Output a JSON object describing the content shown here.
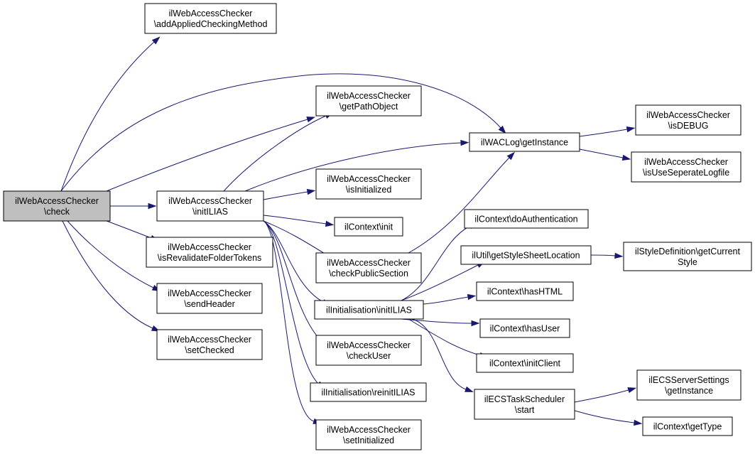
{
  "graph": {
    "root": "root",
    "nodes": [
      {
        "id": "root",
        "lines": [
          "ilWebAccessChecker",
          "\\check"
        ],
        "highlight": true
      },
      {
        "id": "addApplied",
        "lines": [
          "ilWebAccessChecker",
          "\\addAppliedCheckingMethod"
        ]
      },
      {
        "id": "getPathObject",
        "lines": [
          "ilWebAccessChecker",
          "\\getPathObject"
        ]
      },
      {
        "id": "isInitialized",
        "lines": [
          "ilWebAccessChecker",
          "\\isInitialized"
        ]
      },
      {
        "id": "initILIAS",
        "lines": [
          "ilWebAccessChecker",
          "\\initILIAS"
        ]
      },
      {
        "id": "ctxInit",
        "lines": [
          "ilContext\\init"
        ]
      },
      {
        "id": "checkPublic",
        "lines": [
          "ilWebAccessChecker",
          "\\checkPublicSection"
        ]
      },
      {
        "id": "isRevalidate",
        "lines": [
          "ilWebAccessChecker",
          "\\isRevalidateFolderTokens"
        ]
      },
      {
        "id": "sendHeader",
        "lines": [
          "ilWebAccessChecker",
          "\\sendHeader"
        ]
      },
      {
        "id": "setChecked",
        "lines": [
          "ilWebAccessChecker",
          "\\setChecked"
        ]
      },
      {
        "id": "initInitILIAS",
        "lines": [
          "ilInitialisation\\initILIAS"
        ]
      },
      {
        "id": "checkUser",
        "lines": [
          "ilWebAccessChecker",
          "\\checkUser"
        ]
      },
      {
        "id": "reinit",
        "lines": [
          "ilInitialisation\\reinitILIAS"
        ]
      },
      {
        "id": "setInitialized",
        "lines": [
          "ilWebAccessChecker",
          "\\setInitialized"
        ]
      },
      {
        "id": "wacLog",
        "lines": [
          "ilWACLog\\getInstance"
        ]
      },
      {
        "id": "isDebug",
        "lines": [
          "ilWebAccessChecker",
          "\\isDEBUG"
        ]
      },
      {
        "id": "isUseSep",
        "lines": [
          "ilWebAccessChecker",
          "\\isUseSeperateLogfile"
        ]
      },
      {
        "id": "doAuth",
        "lines": [
          "ilContext\\doAuthentication"
        ]
      },
      {
        "id": "styleLoc",
        "lines": [
          "ilUtil\\getStyleSheetLocation"
        ]
      },
      {
        "id": "styleDef",
        "lines": [
          "ilStyleDefinition\\getCurrent",
          "Style"
        ]
      },
      {
        "id": "hasHTML",
        "lines": [
          "ilContext\\hasHTML"
        ]
      },
      {
        "id": "hasUser",
        "lines": [
          "ilContext\\hasUser"
        ]
      },
      {
        "id": "initClient",
        "lines": [
          "ilContext\\initClient"
        ]
      },
      {
        "id": "ecsStart",
        "lines": [
          "ilECSTaskScheduler",
          "\\start"
        ]
      },
      {
        "id": "ecsSettings",
        "lines": [
          "ilECSServerSettings",
          "\\getInstance"
        ]
      },
      {
        "id": "getType",
        "lines": [
          "ilContext\\getType"
        ]
      }
    ],
    "edges": [
      {
        "from": "root",
        "to": "addApplied"
      },
      {
        "from": "root",
        "to": "wacLog"
      },
      {
        "from": "root",
        "to": "getPathObject"
      },
      {
        "from": "root",
        "to": "initILIAS"
      },
      {
        "from": "root",
        "to": "isRevalidate"
      },
      {
        "from": "root",
        "to": "sendHeader"
      },
      {
        "from": "root",
        "to": "setChecked"
      },
      {
        "from": "initILIAS",
        "to": "getPathObject"
      },
      {
        "from": "initILIAS",
        "to": "wacLog"
      },
      {
        "from": "initILIAS",
        "to": "isInitialized"
      },
      {
        "from": "initILIAS",
        "to": "ctxInit"
      },
      {
        "from": "initILIAS",
        "to": "checkPublic"
      },
      {
        "from": "initILIAS",
        "to": "initInitILIAS"
      },
      {
        "from": "initILIAS",
        "to": "checkUser"
      },
      {
        "from": "initILIAS",
        "to": "reinit"
      },
      {
        "from": "initILIAS",
        "to": "setInitialized"
      },
      {
        "from": "checkPublic",
        "to": "wacLog"
      },
      {
        "from": "wacLog",
        "to": "isDebug"
      },
      {
        "from": "wacLog",
        "to": "isUseSep"
      },
      {
        "from": "initInitILIAS",
        "to": "doAuth"
      },
      {
        "from": "initInitILIAS",
        "to": "styleLoc"
      },
      {
        "from": "initInitILIAS",
        "to": "hasHTML"
      },
      {
        "from": "initInitILIAS",
        "to": "hasUser"
      },
      {
        "from": "initInitILIAS",
        "to": "initClient"
      },
      {
        "from": "initInitILIAS",
        "to": "ecsStart"
      },
      {
        "from": "styleLoc",
        "to": "styleDef"
      },
      {
        "from": "ecsStart",
        "to": "ecsSettings"
      },
      {
        "from": "ecsStart",
        "to": "getType"
      }
    ]
  }
}
